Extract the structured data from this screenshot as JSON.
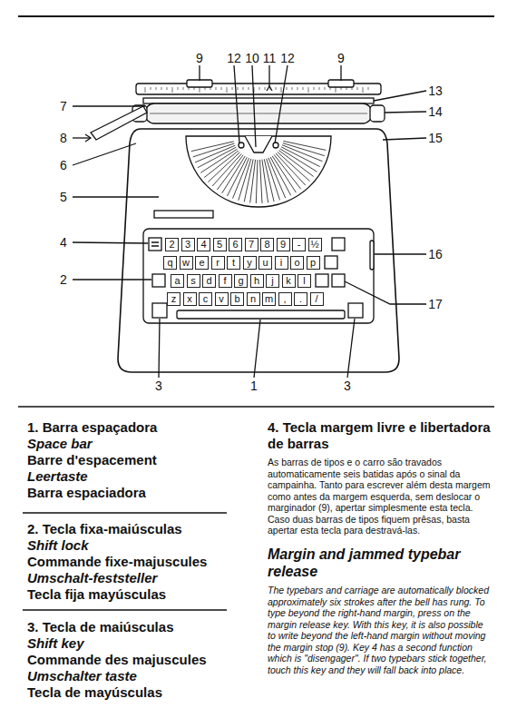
{
  "diagram": {
    "labels": [
      "9",
      "12",
      "10",
      "11",
      "12",
      "9",
      "7",
      "13",
      "14",
      "8",
      "15",
      "6",
      "5",
      "4",
      "16",
      "2",
      "17",
      "3",
      "1",
      "3",
      "2",
      "3",
      "4",
      "5",
      "6",
      "7",
      "8",
      "9",
      "-",
      "½",
      "q",
      "w",
      "e",
      "r",
      "t",
      "y",
      "u",
      "i",
      "o",
      "p",
      "a",
      "s",
      "d",
      "f",
      "g",
      "h",
      "j",
      "k",
      "l",
      "z",
      "x",
      "c",
      "v",
      "b",
      "n",
      "m",
      ",",
      ".",
      "/",
      "1. Barra espaçadora",
      "Space bar",
      "Barre d'espacement",
      "Leertaste",
      "Barra espaciadora",
      "2. Tecla fixa-maiúsculas",
      "Shift lock",
      "Commande fixe-majuscules",
      "Umschalt-feststeller",
      "Tecla fija mayúsculas",
      "3. Tecla de maiúsculas",
      "Shift key",
      "Commande des majuscules",
      "Umschalter taste",
      "Tecla de mayúsculas",
      "4. Tecla margem livre e libertadora de barras",
      "As barras de tipos e o carro são travados automaticamente seis batidas após o sinal da campainha. Tanto para escrever além desta margem como antes da margem esquerda, sem deslocar o marginador (9), apertar simplesmente esta tecla. Caso duas barras de tipos fiquem prêsas, basta apertar esta tecla para destravá-las.",
      "Margin and jammed typebar release",
      "The typebars and carriage are automatically blocked approximately six strokes after the bell has rung. To type beyond the right-hand margin, press on the margin release key. With this key, it is also possible to write beyond the left-hand margin without moving the margin stop (9). Key 4 has a second function which is \"disengager\". If two typebars stick together, touch this key and they will fall back into place."
    ]
  }
}
